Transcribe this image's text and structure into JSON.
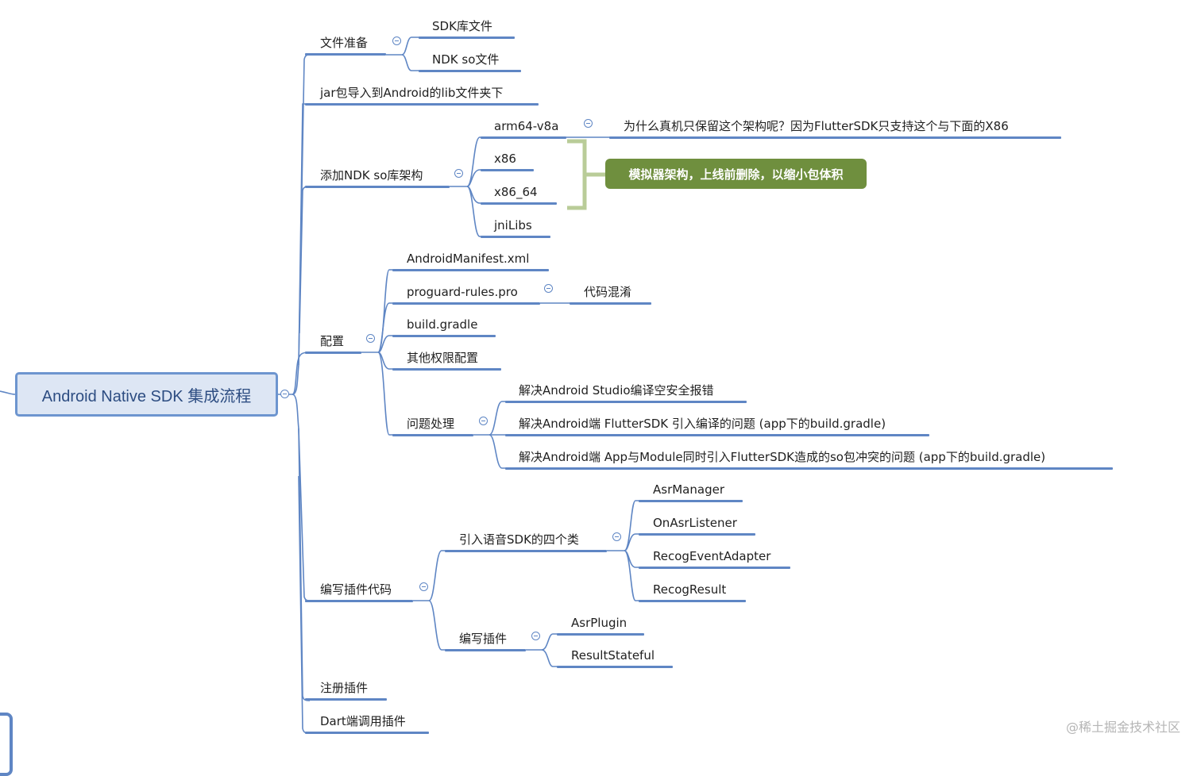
{
  "root": {
    "label": "Android Native SDK 集成流程"
  },
  "branches": {
    "file_prep": {
      "label": "文件准备",
      "children": [
        "SDK库文件",
        "NDK so文件"
      ]
    },
    "jar_import": {
      "label": "jar包导入到Android的lib文件夹下"
    },
    "ndk_arch": {
      "label": "添加NDK so库架构",
      "children": [
        "arm64-v8a",
        "x86",
        "x86_64",
        "jniLibs"
      ],
      "arm64_note": "为什么真机只保留这个架构呢？因为FlutterSDK只支持这个与下面的X86",
      "summary": "模拟器架构，上线前删除，以缩小包体积"
    },
    "config": {
      "label": "配置",
      "children": [
        "AndroidManifest.xml",
        "proguard-rules.pro",
        "build.gradle",
        "其他权限配置"
      ],
      "proguard_note": "代码混淆",
      "issues": {
        "label": "问题处理",
        "children": [
          "解决Android Studio编译空安全报错",
          "解决Android端 FlutterSDK 引入编译的问题 (app下的build.gradle)",
          "解决Android端 App与Module同时引入FlutterSDK造成的so包冲突的问题 (app下的build.gradle)"
        ]
      }
    },
    "plugin_code": {
      "label": "编写插件代码",
      "voice_sdk": {
        "label": "引入语音SDK的四个类",
        "children": [
          "AsrManager",
          "OnAsrListener",
          "RecogEventAdapter",
          "RecogResult"
        ]
      },
      "write_plugin": {
        "label": "编写插件",
        "children": [
          "AsrPlugin",
          "ResultStateful"
        ]
      }
    },
    "register": {
      "label": "注册插件"
    },
    "dart_call": {
      "label": "Dart端调用插件"
    }
  },
  "watermark": "@稀土掘金技术社区",
  "colors": {
    "line": "#5f86c4",
    "root_bg": "#dde6f4",
    "root_border": "#6d95cf",
    "summary_bg": "#6f8f3e",
    "bracket": "#b9cc98"
  }
}
